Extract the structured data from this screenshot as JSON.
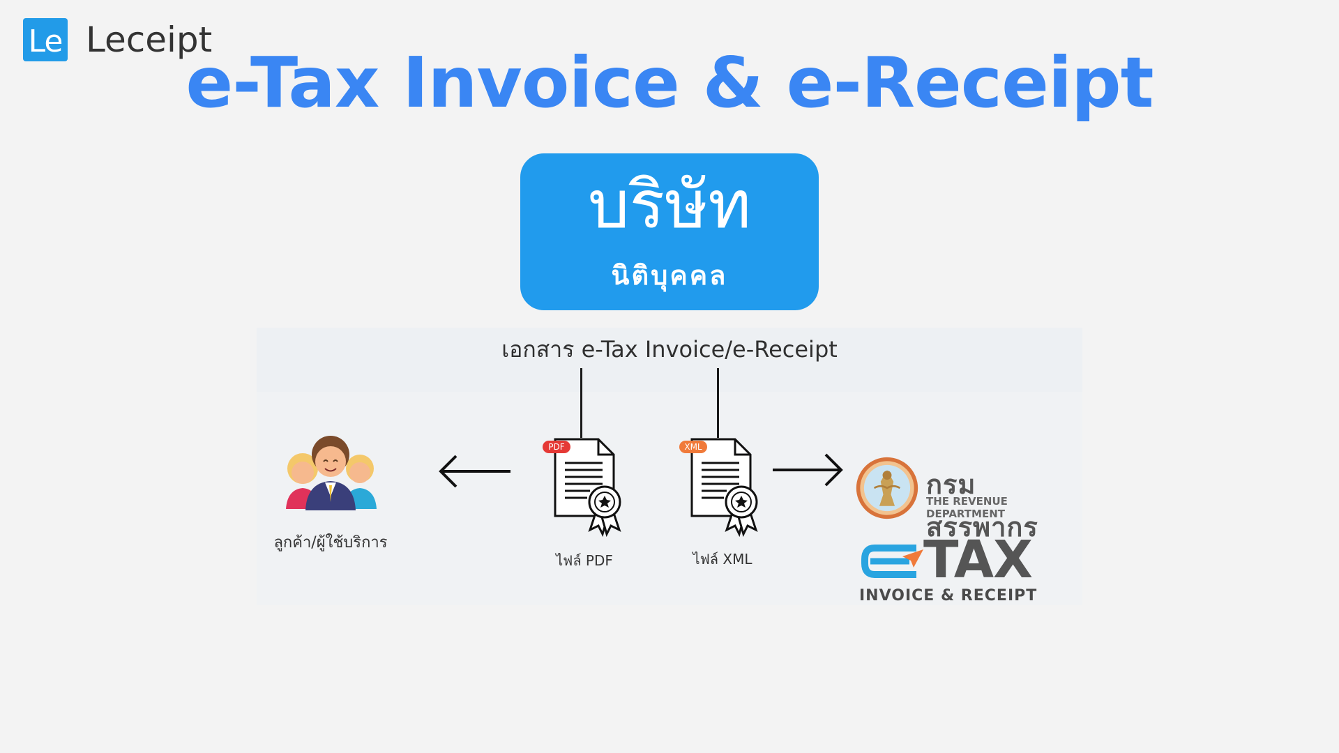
{
  "brand": {
    "logo_mark": "Le",
    "name": "Leceipt",
    "color": "#229be8"
  },
  "title": "e-Tax Invoice & e-Receipt",
  "title_color": "#3a86f3",
  "company": {
    "title": "บริษัท",
    "subtitle": "นิติบุคคล",
    "color": "#219bed"
  },
  "diagram": {
    "heading": "เอกสาร e-Tax Invoice/e-Receipt",
    "customer_label": "ลูกค้า/ผู้ใช้บริการ",
    "files": [
      {
        "badge": "PDF",
        "label": "ไฟล์ PDF",
        "badge_color": "#e53935"
      },
      {
        "badge": "XML",
        "label": "ไฟล์ XML",
        "badge_color": "#f07a3a"
      }
    ],
    "revenue_department": {
      "name_th": "กรมสรรพากร",
      "name_en": "THE REVENUE DEPARTMENT"
    },
    "etax": {
      "logo_text": "TAX",
      "subtitle": "INVOICE & RECEIPT"
    },
    "icons": [
      "people-icon",
      "arrow-left-icon",
      "pdf-file-icon",
      "xml-file-icon",
      "arrow-right-icon",
      "revenue-seal-icon",
      "etax-logo-icon"
    ]
  }
}
